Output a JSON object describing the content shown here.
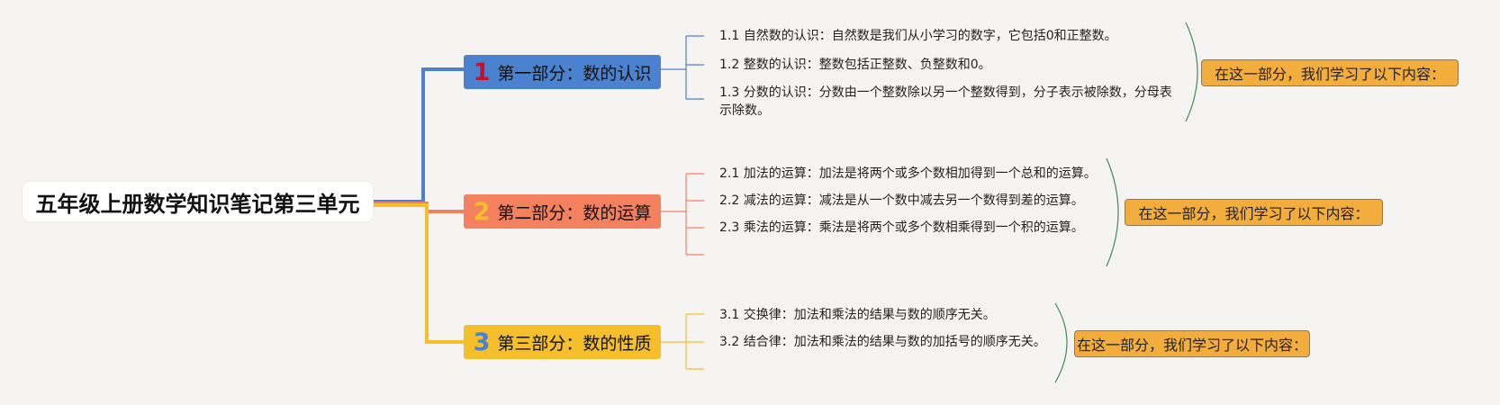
{
  "root": {
    "title": "五年级上册数学知识笔记第三单元"
  },
  "colors": {
    "section1": "#4a82cf",
    "section2": "#f3805f",
    "section3": "#f5be2b",
    "num1": "#c8102e",
    "num2": "#f5be2b",
    "num3": "#4a82cf",
    "summary_bg": "#f2ad3d"
  },
  "sections": [
    {
      "num": "1",
      "title": "第一部分：数的认识",
      "items": [
        "1.1 自然数的认识：自然数是我们从小学习的数字，它包括0和正整数。",
        "1.2 整数的认识：整数包括正整数、负整数和0。",
        "1.3 分数的认识：分数由一个整数除以另一个整数得到，分子表示被除数，分母表示除数。"
      ],
      "summary": "在这一部分，我们学习了以下内容："
    },
    {
      "num": "2",
      "title": "第二部分：数的运算",
      "items": [
        "2.1 加法的运算：加法是将两个或多个数相加得到一个总和的运算。",
        "2.2 减法的运算：减法是从一个数中减去另一个数得到差的运算。",
        "2.3 乘法的运算：乘法是将两个或多个数相乘得到一个积的运算。"
      ],
      "summary": "在这一部分，我们学习了以下内容："
    },
    {
      "num": "3",
      "title": "第三部分：数的性质",
      "items": [
        "3.1 交换律：加法和乘法的结果与数的顺序无关。",
        "3.2 结合律：加法和乘法的结果与数的加括号的顺序无关。"
      ],
      "summary": "在这一部分，我们学习了以下内容："
    }
  ]
}
